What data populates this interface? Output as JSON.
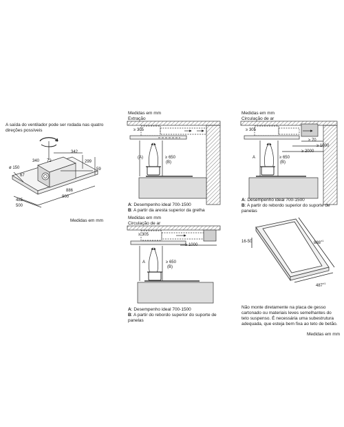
{
  "intro": {
    "outlet_note": "A saída do ventilador pode ser rodada nas quatro direções possíveis",
    "measures": "Medidas em mm",
    "dims": [
      "342",
      "340",
      "72",
      "299",
      "ø 150",
      "59",
      "67",
      "886",
      "485",
      "500",
      "900"
    ]
  },
  "extraction": {
    "header1": "Medidas em mm",
    "header2": "Extração",
    "dim_top": "≥ 305",
    "dim_side": "≥ 650",
    "label_b": "(B)",
    "label_a": "(A)",
    "legend_a_key": "A",
    "legend_a": ": Desempenho ideal 700-1500",
    "legend_b_key": "B",
    "legend_b": ": A partir da aresta superior da grelha"
  },
  "circulation_right": {
    "header1": "Medidas em mm",
    "header2": "Circulação de ar",
    "dim_top": "≥ 305",
    "dim_70": "≥ 70",
    "dim_1000": "≥ 1000",
    "dim_2000": "≥ 2000",
    "dim_side": "≥ 650",
    "label_b": "(B)",
    "label_a": "A",
    "legend_a_key": "A",
    "legend_a": ": Desempenho ideal 700-1500",
    "legend_b_key": "B",
    "legend_b": ": A partir do rebordo superior do suporte de panelas"
  },
  "circulation_mid": {
    "header1": "Medidas em mm",
    "header2": "Circulação de ar",
    "dim_top": "≥ 305",
    "dim_1000": "≥ 1000",
    "dim_side": "≥ 650",
    "label_b": "(B)",
    "label_a": "A",
    "legend_a_key": "A",
    "legend_a": ": Desempenho ideal 700-1500",
    "legend_b_key": "B",
    "legend_b": ": A partir do rebordo superior do suporte de panelas"
  },
  "frame": {
    "dim_depth": "16-50",
    "dim_length": "888",
    "dim_length_sup": "±1",
    "dim_width": "487",
    "dim_width_sup": "±1",
    "note": "Não monte diretamente na placa de gesso cartonado ou materiais leves semelhantes do teto suspenso. É necessária uma subestrutura adequada, que esteja bem fixa ao teto de betão.",
    "measures": "Medidas em mm"
  }
}
